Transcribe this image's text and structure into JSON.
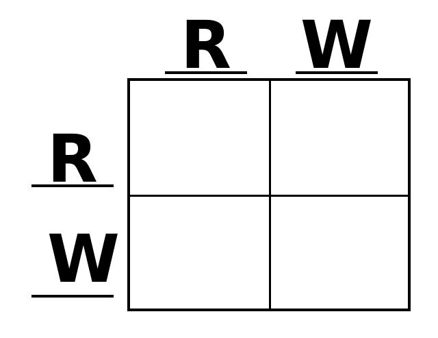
{
  "punnett": {
    "top_alleles": [
      "R",
      "W"
    ],
    "side_alleles": [
      "R",
      "W"
    ],
    "cells": [
      [
        "",
        ""
      ],
      [
        "",
        ""
      ]
    ]
  }
}
